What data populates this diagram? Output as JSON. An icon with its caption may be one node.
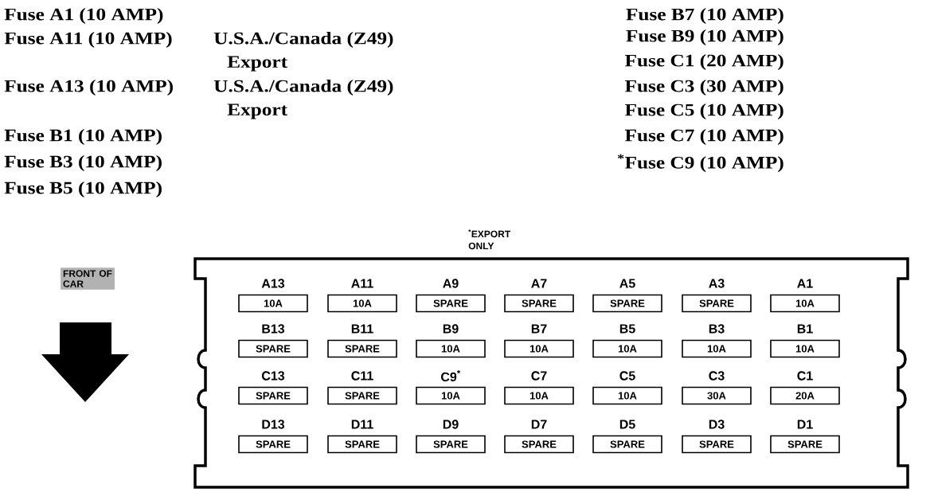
{
  "diagram": {
    "nodes": [
      {
        "text": [
          "FRONT OF CAR"
        ]
      },
      {
        "text": [],
        "shape": "box"
      },
      {
        "text": [
          "A13",
          "10A"
        ],
        "in": 1
      },
      {
        "text": [
          "A11",
          "10A"
        ],
        "in": 1
      },
      {
        "text": [
          "A9",
          "SPARE"
        ],
        "in": 1
      },
      {
        "text": [
          "A7",
          "SPARE"
        ],
        "in": 1
      },
      {
        "text": [
          "A5",
          "SPARE"
        ],
        "in": 1
      },
      {
        "text": [
          "A3",
          "SPARE"
        ],
        "in": 1
      },
      {
        "text": [
          "A1",
          "10A"
        ],
        "in": 1
      },
      {
        "text": [
          "B13",
          "SPARE"
        ],
        "in": 1
      },
      {
        "text": [
          "B11",
          "SPARE"
        ],
        "in": 1
      },
      {
        "text": [
          "B9",
          "10A"
        ],
        "in": 1
      },
      {
        "text": [
          "B7",
          "10A"
        ],
        "in": 1
      },
      {
        "text": [
          "B5",
          "10A"
        ],
        "in": 1
      },
      {
        "text": [
          "B3",
          "10A"
        ],
        "in": 1
      },
      {
        "text": [
          "B1",
          "10A"
        ],
        "in": 1
      },
      {
        "text": [
          "C13",
          "SPARE"
        ],
        "in": 1
      },
      {
        "text": [
          "C11",
          "SPARE"
        ],
        "in": 1
      },
      {
        "text": [
          "C9$^{*}$",
          "10A"
        ],
        "in": 1
      },
      {
        "text": [
          "C7",
          "10A"
        ],
        "in": 1
      },
      {
        "text": [
          "C5",
          "10A"
        ],
        "in": 1
      },
      {
        "text": [
          "C3",
          "30A"
        ],
        "in": 1
      },
      {
        "text": [
          "C1",
          "20A"
        ],
        "in": 1
      },
      {
        "text": [
          "D13",
          "SPARE"
        ],
        "in": 1
      },
      {
        "text": [
          "D11",
          "SPARE"
        ],
        "in": 1
      },
      {
        "text": [
          "D9",
          "SPARE"
        ],
        "in": 1
      },
      {
        "text": [
          "D7",
          "SPARE"
        ],
        "in": 1
      },
      {
        "text": [
          "D5",
          "SPARE"
        ],
        "in": 1
      },
      {
        "text": [
          "D3",
          "SPARE"
        ],
        "in": 1
      },
      {
        "text": [
          "D1",
          "SPARE"
        ],
        "in": 1
      }
    ],
    "labels": [
      "Fuse A1 (10 AMP)",
      "Fuse A11 (10 AMP)",
      "U.S.A./Canada (Z49)",
      "Export",
      "Fuse A13 (10 AMP)",
      "U.S.A./Canada (Z49)",
      "Export",
      "Fuse B1 (10 AMP)",
      "Fuse B3 (10 AMP)",
      "Fuse B5 (10 AMP)",
      "Fuse B7 (10 AMP)",
      "Fuse B9 (10 AMP)",
      "Fuse C1 (20 AMP)",
      "Fuse C3 (30 AMP)",
      "Fuse C5 (10 AMP)",
      "Fuse C7 (10 AMP)",
      "$^{*}$Fuse C9 (10 AMP)",
      "$^{*}$EXPORT ONLY"
    ]
  }
}
